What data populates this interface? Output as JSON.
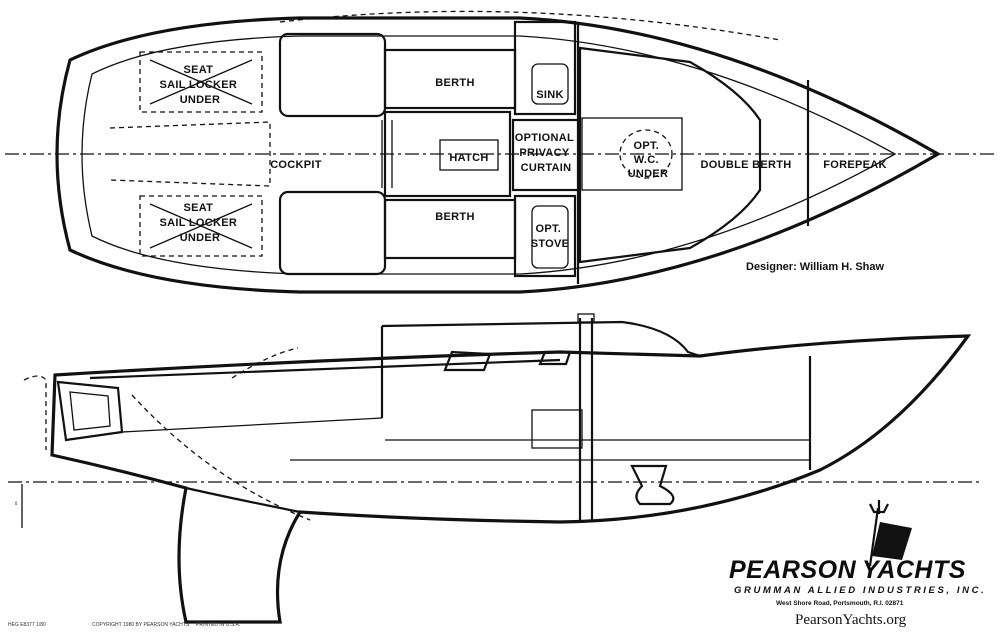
{
  "plan_view": {
    "seat_locker_port": [
      "SEAT",
      "SAIL LOCKER",
      "UNDER"
    ],
    "seat_locker_starboard": [
      "SEAT",
      "SAIL LOCKER",
      "UNDER"
    ],
    "berth_port": "BERTH",
    "berth_starboard": "BERTH",
    "cockpit": "COCKPIT",
    "hatch": "HATCH",
    "privacy_curtain": [
      "OPTIONAL",
      "PRIVACY",
      "CURTAIN"
    ],
    "sink": "SINK",
    "stove": [
      "OPT.",
      "STOVE"
    ],
    "wc": [
      "OPT.",
      "W.C.",
      "UNDER"
    ],
    "double_berth": "DOUBLE BERTH",
    "forepeak": "FOREPEAK"
  },
  "designer": "Designer: William H. Shaw",
  "brand": {
    "name_left": "PEARSON",
    "name_right": "YACHTS",
    "company": "GRUMMAN ALLIED INDUSTRIES, INC.",
    "address": "West Shore Road, Portsmouth, R.I. 02871",
    "website": "PearsonYachts.org"
  },
  "footer": {
    "code": "HEG E8377 1/80",
    "copyright": "COPYRIGHT 1980 BY PEARSON YACHTS",
    "printed": "PRINTED IN U.S.A."
  },
  "colors": {
    "ink": "#111111",
    "paper": "#ffffff"
  }
}
